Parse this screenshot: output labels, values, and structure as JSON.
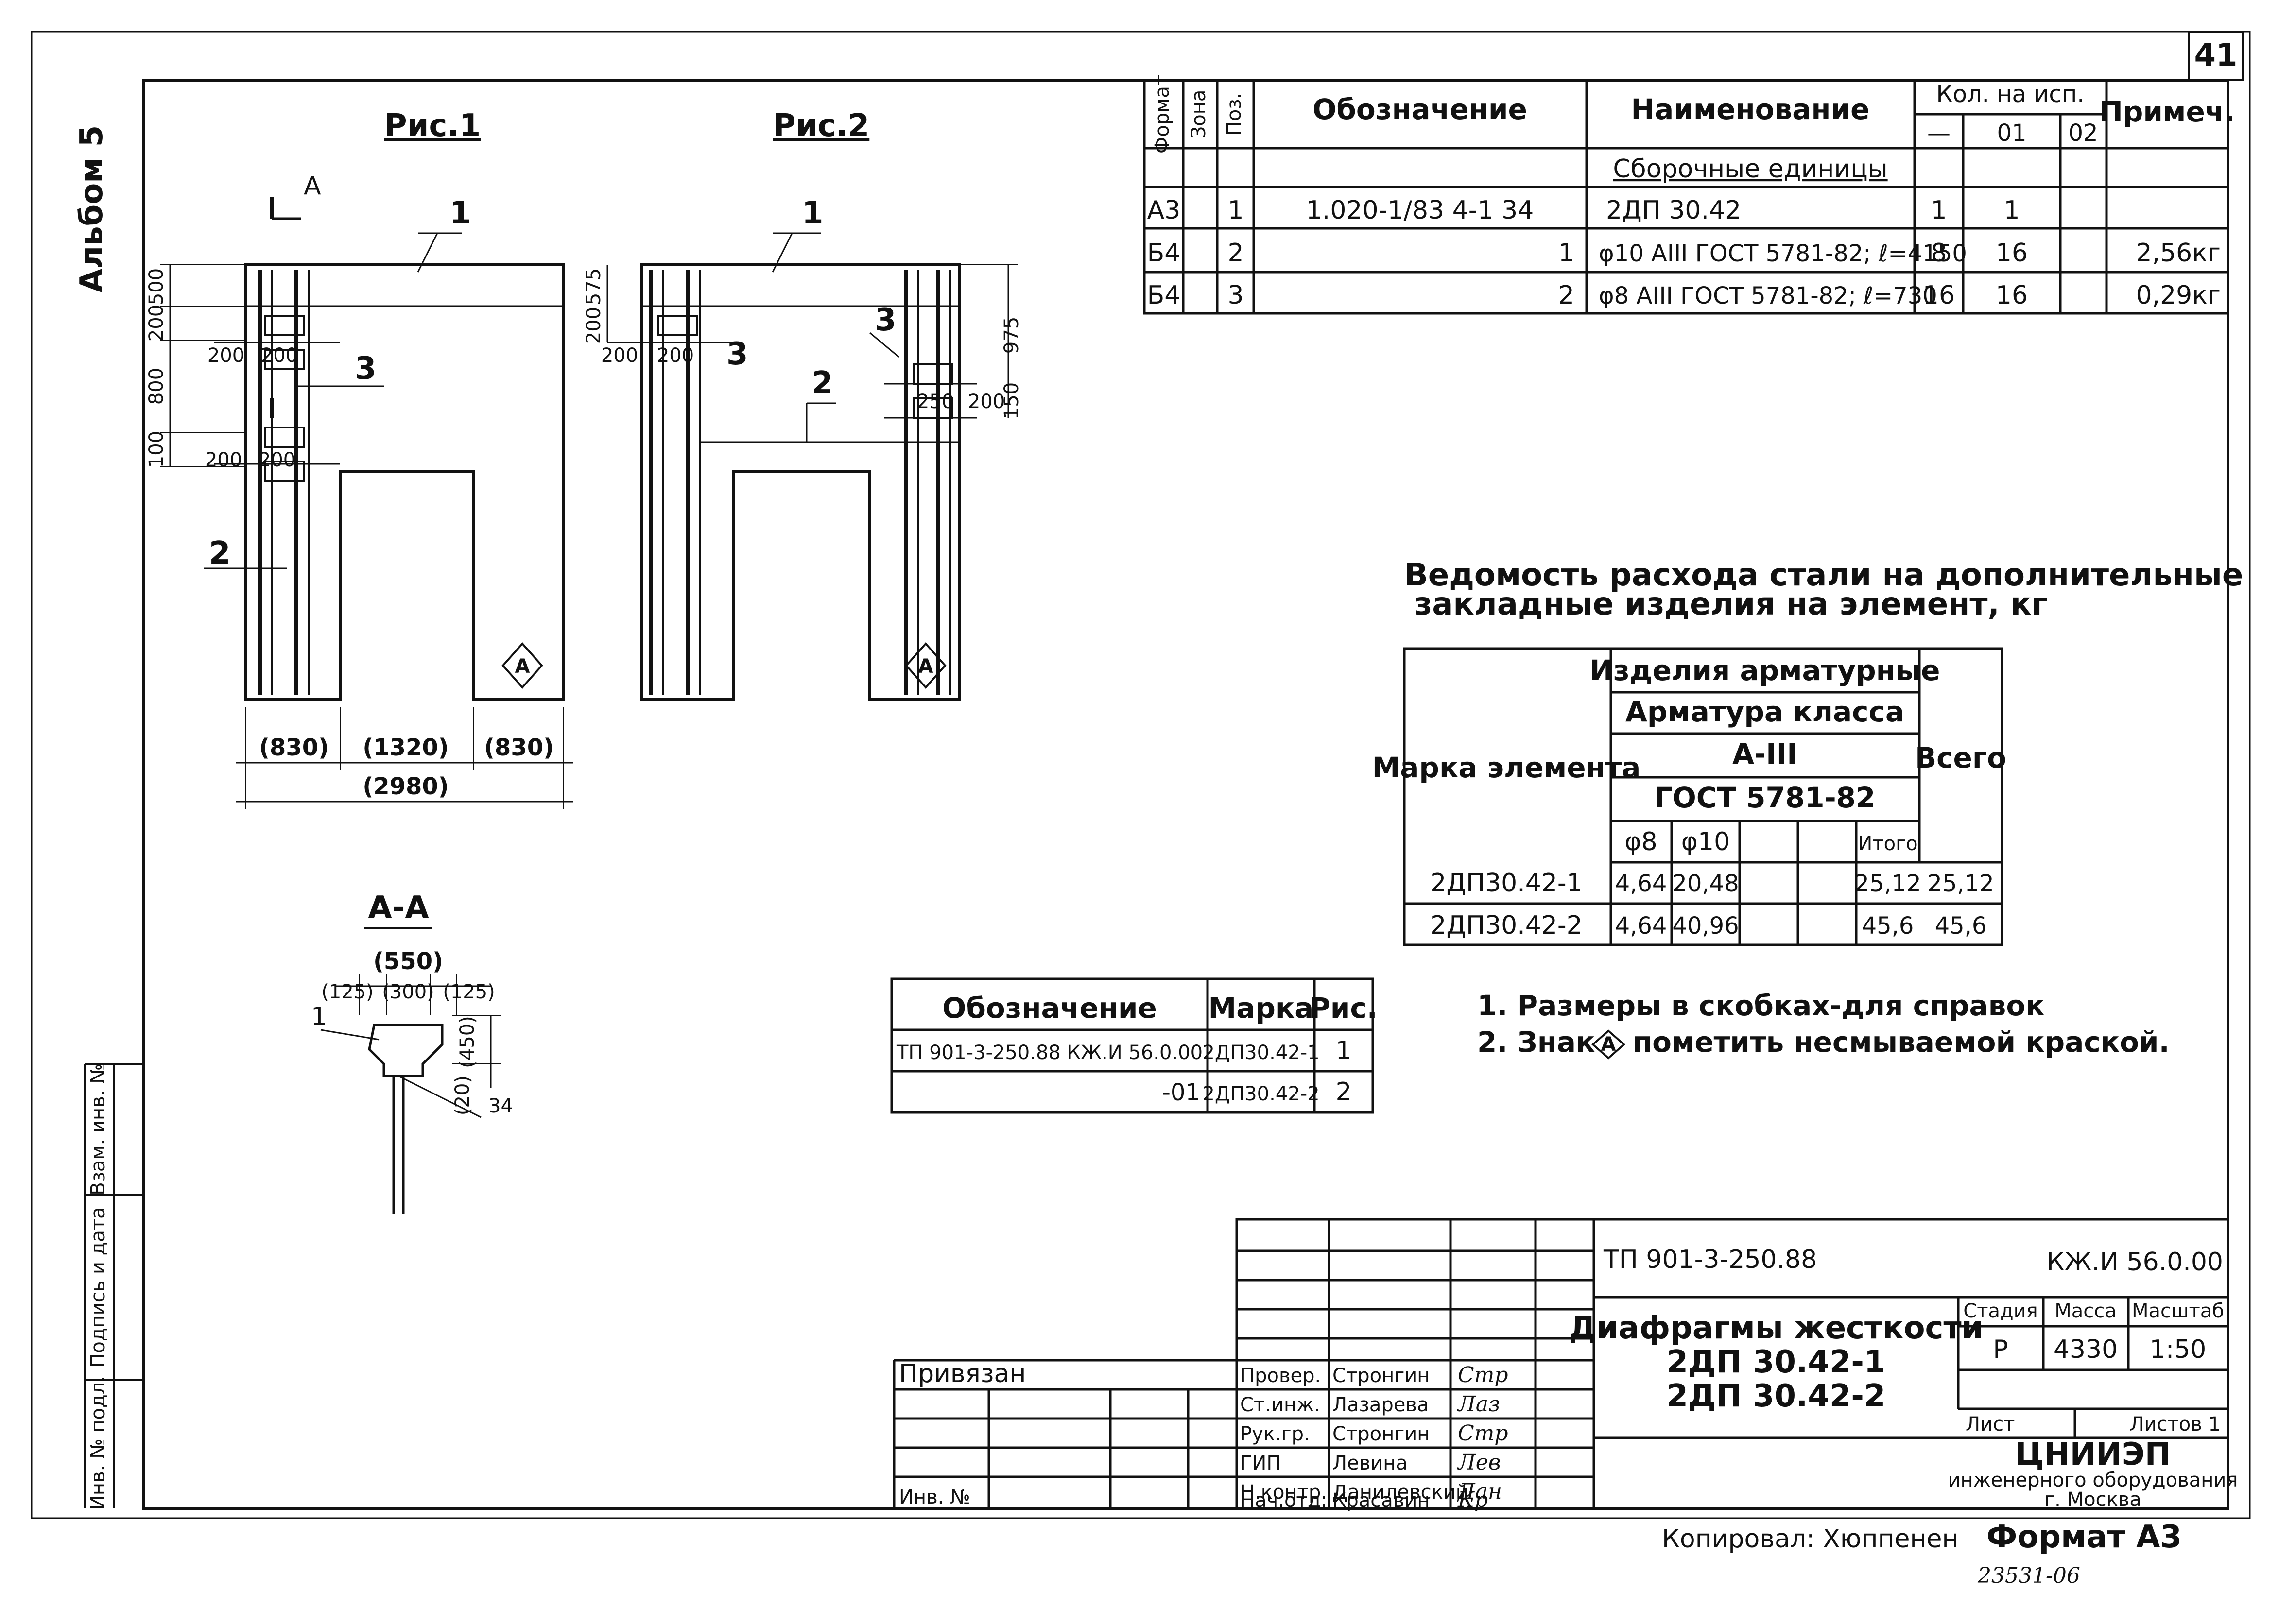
{
  "sheet_number": "41",
  "album_label": "Альбом 5",
  "spec_table": {
    "headers": {
      "format": "Формат",
      "zone": "Зона",
      "pos": "Поз.",
      "designation": "Обозначение",
      "name": "Наименование",
      "qty_group": "Кол. на исп.",
      "qty_cols": [
        "—",
        "01",
        "02"
      ],
      "note": "Примеч."
    },
    "section": "Сборочные единицы",
    "rows": [
      {
        "format": "А3",
        "pos": "1",
        "designation": "1.020-1/83  4-1 34",
        "name": "2ДП 30.42",
        "q0": "1",
        "q1": "1",
        "q2": "",
        "note": ""
      },
      {
        "format": "Б4",
        "pos": "2",
        "designation": "1",
        "name": "φ10 АIII ГОСТ 5781-82; ℓ=4150",
        "q0": "8",
        "q1": "16",
        "q2": "",
        "note": "2,56кг"
      },
      {
        "format": "Б4",
        "pos": "3",
        "designation": "2",
        "name": "φ8 АIII ГОСТ 5781-82; ℓ=730",
        "q0": "16",
        "q1": "16",
        "q2": "",
        "note": "0,29кг"
      }
    ]
  },
  "figures": {
    "fig1_title": "Рис.1",
    "fig2_title": "Рис.2",
    "section_mark": "А",
    "section_title": "А-А",
    "mark_symbol": "А",
    "fig1_dims": {
      "left_vertical": [
        "500",
        "200",
        "800",
        "100"
      ],
      "spacing": [
        "200",
        "200",
        "200",
        "200"
      ],
      "bottom": [
        "(830)",
        "(1320)",
        "(830)"
      ],
      "overall": "(2980)",
      "leaders": [
        "1",
        "3",
        "2"
      ]
    },
    "fig2_dims": {
      "left_vertical": [
        "575",
        "200"
      ],
      "spacing": [
        "200",
        "200"
      ],
      "right_vertical": [
        "975",
        "150"
      ],
      "right_small": [
        "250",
        "200"
      ],
      "leaders": [
        "1",
        "3",
        "3",
        "2"
      ]
    },
    "section_dims": {
      "width": "(550)",
      "parts": [
        "(125)",
        "(300)",
        "(125)"
      ],
      "height": "(450)",
      "small": "(20)",
      "small2": "34",
      "leader": "1"
    }
  },
  "steel_statement": {
    "title_line1": "Ведомость расхода стали на дополнительные",
    "title_line2": "закладные изделия на элемент, кг",
    "col_mark": "Марка элемента",
    "col_products": "Изделия арматурные",
    "col_class": "Арматура класса",
    "col_grade": "А-III",
    "col_gost": "ГОСТ 5781-82",
    "col_total": "Всего",
    "sub_cols": [
      "φ8",
      "φ10",
      "",
      "",
      "Итого"
    ],
    "rows": [
      {
        "mark": "2ДП30.42-1",
        "d8": "4,64",
        "d10": "20,48",
        "c3": "",
        "c4": "",
        "subtotal": "25,12",
        "total": "25,12"
      },
      {
        "mark": "2ДП30.42-2",
        "d8": "4,64",
        "d10": "40,96",
        "c3": "",
        "c4": "",
        "subtotal": "45,6",
        "total": "45,6"
      }
    ]
  },
  "designation_table": {
    "headers": [
      "Обозначение",
      "Марка",
      "Рис."
    ],
    "rows": [
      {
        "designation": "ТП 901-3-250.88  КЖ.И 56.0.00",
        "mark": "2ДП30.42-1",
        "fig": "1"
      },
      {
        "designation": "-01",
        "mark": "2ДП30.42-2",
        "fig": "2"
      }
    ]
  },
  "notes": [
    "1. Размеры в скобках-для справок",
    "2. Знак",
    "пометить несмываемой краской."
  ],
  "side_stamp": [
    "Инв. № подл.",
    "Подпись и дата",
    "Взам. инв. №"
  ],
  "title_block": {
    "project_code": "ТП 901-3-250.88",
    "doc_code": "КЖ.И 56.0.00",
    "title_line1": "Диафрагмы жесткости",
    "title_line2": "2ДП 30.42-1",
    "title_line3": "2ДП 30.42-2",
    "stage_label": "Стадия",
    "mass_label": "Масса",
    "scale_label": "Масштаб",
    "stage": "Р",
    "mass": "4330",
    "scale": "1:50",
    "sheet_label": "Лист",
    "sheets_label": "Листов 1",
    "org_name": "ЦНИИЭП",
    "org_line2": "инженерного оборудования",
    "org_line3": "г. Москва",
    "bound": "Привязан",
    "inv": "Инв. №",
    "roles": [
      {
        "role": "Провер.",
        "name": "Стронгин",
        "sign": "Стр"
      },
      {
        "role": "Ст.инж.",
        "name": "Лазарева",
        "sign": "Лаз"
      },
      {
        "role": "Рук.гр.",
        "name": "Стронгин",
        "sign": "Стр"
      },
      {
        "role": "ГИП",
        "name": "Левина",
        "sign": "Лев"
      },
      {
        "role": "Н.контр.",
        "name": "Данилевский",
        "sign": "Дан"
      },
      {
        "role": "Нач.отд.",
        "name": "Красавин",
        "sign": "Кр"
      }
    ]
  },
  "footer": {
    "copied": "Копировал: Хюппенен",
    "format": "Формат А3",
    "archive": "23531-06"
  }
}
